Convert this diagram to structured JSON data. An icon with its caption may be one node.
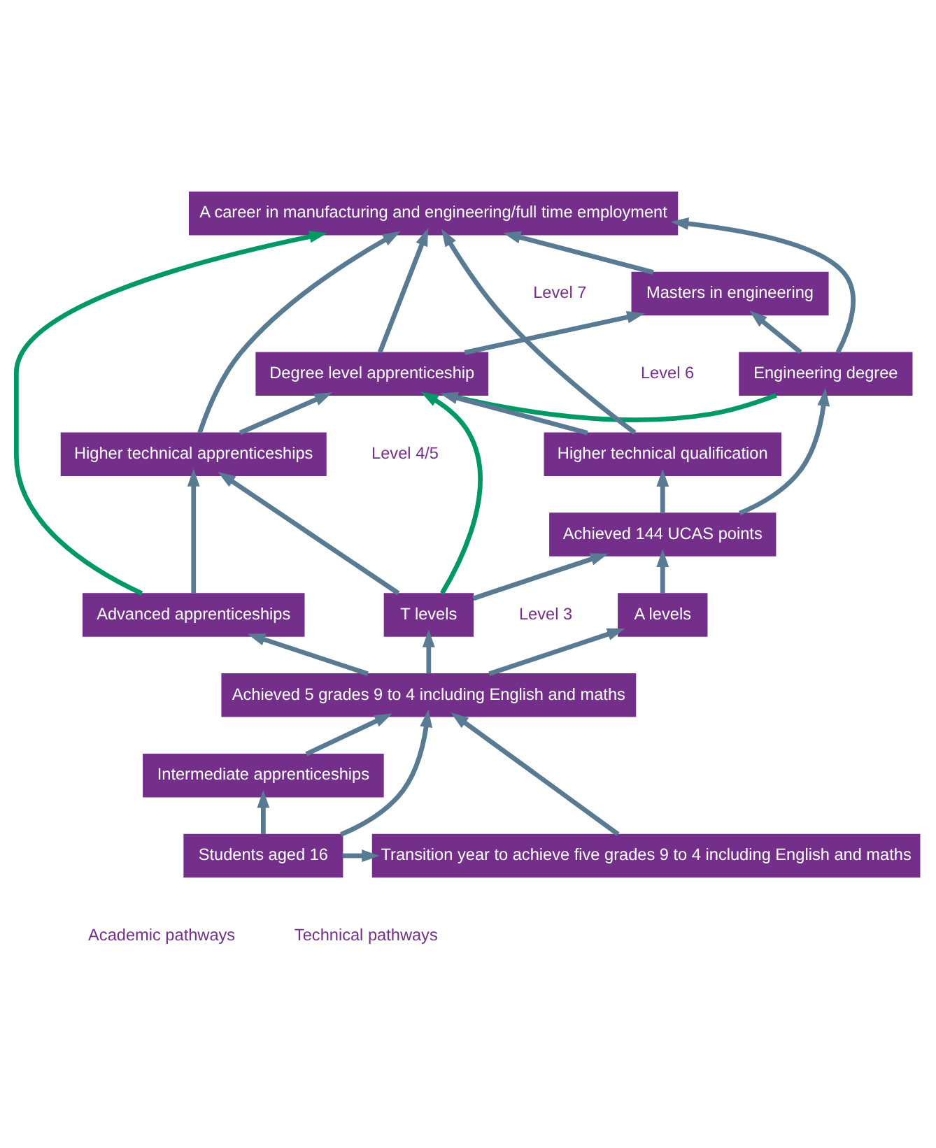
{
  "diagram": {
    "nodes": [
      {
        "text": [
          "A career in manufacturing and engineering/full time employment"
        ]
      },
      {
        "text": [
          "Masters in engineering"
        ]
      },
      {
        "text": [
          "Engineering degree"
        ]
      },
      {
        "text": [
          "Degree level apprenticeship"
        ]
      },
      {
        "text": [
          "Higher technical qualification"
        ]
      },
      {
        "text": [
          "Higher technical apprenticeships"
        ]
      },
      {
        "text": [
          "Achieved 144 UCAS points"
        ]
      },
      {
        "text": [
          "A levels"
        ]
      },
      {
        "text": [
          "T levels"
        ]
      },
      {
        "text": [
          "Advanced apprenticeships"
        ]
      },
      {
        "text": [
          "Achieved 5 grades 9 to 4 including English and maths"
        ]
      },
      {
        "text": [
          "Intermediate apprenticeships"
        ]
      },
      {
        "text": [
          "Students aged 16"
        ]
      },
      {
        "text": [
          "Transition year to achieve five grades 9 to 4 including English and maths"
        ]
      }
    ],
    "edges": [
      {
        "from": 2,
        "to": 0,
        "arrow": "to"
      },
      {
        "from": 1,
        "to": 0,
        "arrow": "to"
      },
      {
        "from": 4,
        "to": 0,
        "arrow": "to"
      },
      {
        "from": 3,
        "to": 0,
        "arrow": "to"
      },
      {
        "from": 5,
        "to": 0,
        "arrow": "to"
      },
      {
        "from": 9,
        "to": 0,
        "arrow": "to",
        "color": "#009966"
      },
      {
        "from": 2,
        "to": 1,
        "arrow": "to"
      },
      {
        "from": 3,
        "to": 1,
        "arrow": "to"
      },
      {
        "from": 2,
        "to": 3,
        "arrow": "none",
        "color": "#009966"
      },
      {
        "from": 4,
        "to": 3,
        "arrow": "to"
      },
      {
        "from": 5,
        "to": 3,
        "arrow": "to"
      },
      {
        "from": 8,
        "to": 3,
        "arrow": "to",
        "color": "#009966"
      },
      {
        "from": 6,
        "to": 2,
        "arrow": "to"
      },
      {
        "from": 6,
        "to": 4,
        "arrow": "to"
      },
      {
        "from": 8,
        "to": 5,
        "arrow": "to"
      },
      {
        "from": 9,
        "to": 5,
        "arrow": "to"
      },
      {
        "from": 7,
        "to": 6,
        "arrow": "to"
      },
      {
        "from": 8,
        "to": 6,
        "arrow": "to"
      },
      {
        "from": 10,
        "to": 7,
        "arrow": "to"
      },
      {
        "from": 10,
        "to": 8,
        "arrow": "to"
      },
      {
        "from": 10,
        "to": 9,
        "arrow": "to"
      },
      {
        "from": 12,
        "to": 10,
        "arrow": "to"
      },
      {
        "from": 13,
        "to": 10,
        "arrow": "to"
      },
      {
        "from": 11,
        "to": 10,
        "arrow": "to"
      },
      {
        "from": 12,
        "to": 11,
        "arrow": "to"
      },
      {
        "from": 12,
        "to": 13,
        "arrow": "to"
      }
    ],
    "labels": [
      "Level 7",
      "Level 6",
      "Level 4/5",
      "Level 3",
      "Academic pathways",
      "Technical pathways"
    ]
  }
}
